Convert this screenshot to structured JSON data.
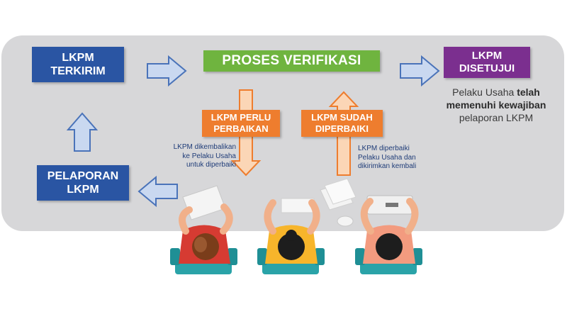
{
  "boxes": {
    "lkpm_terkirim": "LKPM\nTERKIRIM",
    "proses_verifikasi": "PROSES VERIFIKASI",
    "lkpm_disetujui": "LKPM\nDISETUJUI",
    "lkpm_perlu_perbaikan": "LKPM PERLU\nPERBAIKAN",
    "lkpm_sudah_diperbaiki": "LKPM SUDAH\nDIPERBAIKI",
    "pelaporan_lkpm": "PELAPORAN\nLKPM"
  },
  "notes": {
    "dikembalikan": "LKPM dikembalikan\nke Pelaku Usaha\nuntuk diperbaiki",
    "diperbaiki": "LKPM diperbaiki\nPelaku Usaha dan\ndikirimkan kembali"
  },
  "description": {
    "part1": "Pelaku Usaha ",
    "part2": "telah memenuhi kewajiban",
    "part3": " pelaporan LKPM"
  },
  "colors": {
    "panel": "#d7d7d9",
    "blue_box": "#2a55a3",
    "green_box": "#6fb43f",
    "purple_box": "#7b2f8f",
    "orange_box": "#ee7d2e",
    "blue_arrow_fill": "#c9d8f0",
    "blue_arrow_stroke": "#4a73b9",
    "orange_arrow_fill": "#fbd6b6",
    "orange_arrow_stroke": "#ee7d2e"
  }
}
